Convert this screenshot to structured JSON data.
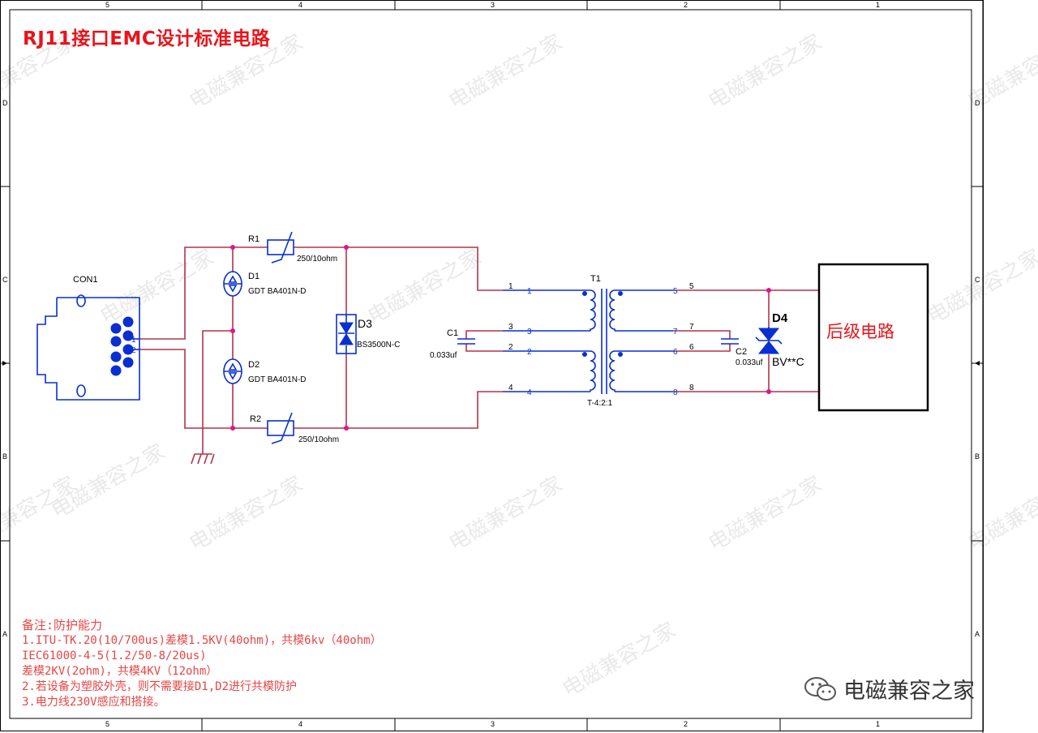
{
  "title": "RJ11接口EMC设计标准电路",
  "border": {
    "top_cols": [
      "5",
      "4",
      "3",
      "2",
      "1"
    ],
    "bottom_cols": [
      "5",
      "4",
      "3",
      "2",
      "1"
    ],
    "left_rows": [
      "D",
      "C",
      "B",
      "A"
    ],
    "right_rows": [
      "D",
      "C",
      "B",
      "A"
    ]
  },
  "components": {
    "con1": {
      "ref": "CON1",
      "pins": [
        "1",
        "2"
      ]
    },
    "r1": {
      "ref": "R1",
      "value": "250/10ohm"
    },
    "r2": {
      "ref": "R2",
      "value": "250/10ohm"
    },
    "d1": {
      "ref": "D1",
      "value": "GDT BA401N-D"
    },
    "d2": {
      "ref": "D2",
      "value": "GDT BA401N-D"
    },
    "d3": {
      "ref": "D3",
      "value": "BS3500N-C"
    },
    "c1": {
      "ref": "C1",
      "value": "0.033uf"
    },
    "c2": {
      "ref": "C2",
      "value": "0.033uf"
    },
    "t1": {
      "ref": "T1",
      "value": "T-4:2:1",
      "pri_pins": [
        "1",
        "3",
        "2",
        "4"
      ],
      "sec_pins": [
        "5",
        "7",
        "6",
        "8"
      ]
    },
    "d4": {
      "ref": "D4",
      "value": "BV**C"
    },
    "next_stage": {
      "label": "后级电路"
    }
  },
  "net_labels": {
    "n1": "1",
    "n3": "3",
    "n2": "2",
    "n4": "4",
    "n5": "5",
    "n7": "7",
    "n6": "6",
    "n8": "8"
  },
  "notes": {
    "heading": "备注:防护能力",
    "lines": [
      "1.ITU-TK.20(10/700us)差模1.5KV(40ohm)，共模6kv（40ohm）",
      "IEC61000-4-5(1.2/50-8/20us)",
      "差模2KV(2ohm)，共模4KV（12ohm）",
      "2.若设备为塑胶外壳，则不需要接D1,D2进行共模防护",
      "3.电力线230V感应和搭接。"
    ]
  },
  "watermark": "电磁兼容之家",
  "brand": "电磁兼容之家",
  "colors": {
    "wire": "#b0344a",
    "component": "#0a2fd0",
    "title": "#e8141a",
    "node": "#e0148c",
    "notes": "#e84545"
  }
}
